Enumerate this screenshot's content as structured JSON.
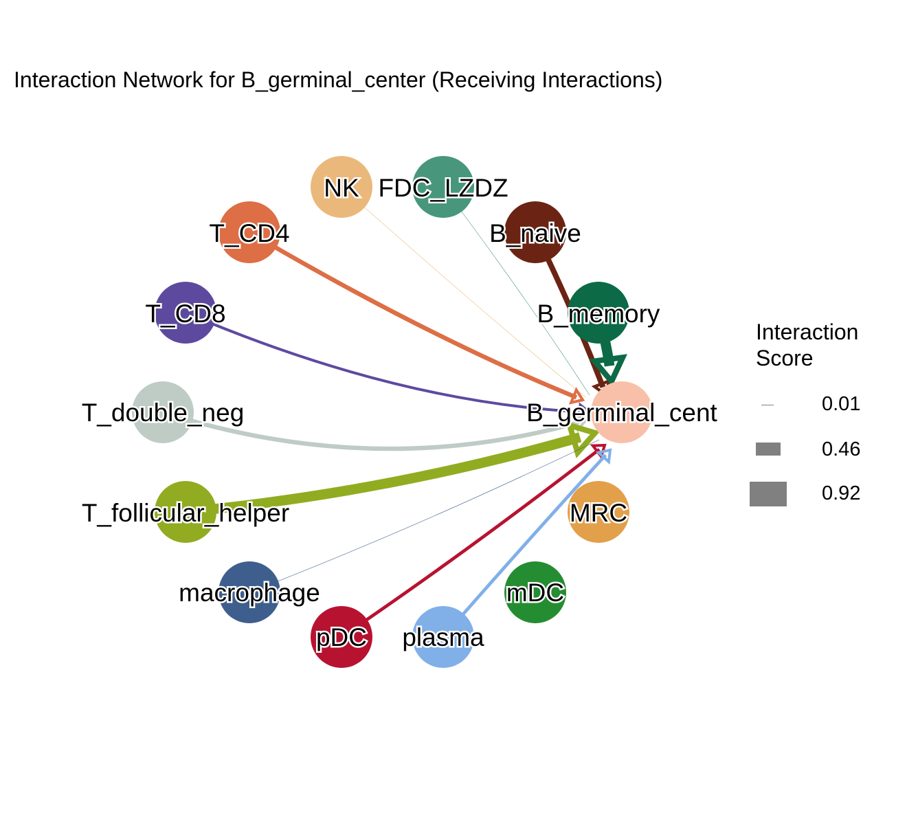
{
  "title": "Interaction Network for B_germinal_center (Receiving Interactions)",
  "legend": {
    "title": "Interaction Score",
    "items": [
      {
        "label": "0.01",
        "value": 0.01
      },
      {
        "label": "0.46",
        "value": 0.46
      },
      {
        "label": "0.92",
        "value": 0.92
      }
    ],
    "key_color": "#808080"
  },
  "target": {
    "name": "B_germinal_center",
    "label": "B_germinal_cent",
    "color": "#F8C0A8"
  },
  "nodes": [
    {
      "name": "NK",
      "label": "NK",
      "color": "#EBB87C"
    },
    {
      "name": "FDC_LZDZ",
      "label": "FDC_LZDZ",
      "color": "#48977C"
    },
    {
      "name": "B_naive",
      "label": "B_naive",
      "color": "#6B2413"
    },
    {
      "name": "B_memory",
      "label": "B_memory",
      "color": "#0C6A46"
    },
    {
      "name": "T_CD4",
      "label": "T_CD4",
      "color": "#DD6E45"
    },
    {
      "name": "T_CD8",
      "label": "T_CD8",
      "color": "#5D4A9F"
    },
    {
      "name": "T_double_neg",
      "label": "T_double_neg",
      "color": "#BFCCC5"
    },
    {
      "name": "T_follicular_helper",
      "label": "T_follicular_helper",
      "color": "#91AC20"
    },
    {
      "name": "macrophage",
      "label": "macrophage",
      "color": "#3E5F8E"
    },
    {
      "name": "pDC",
      "label": "pDC",
      "color": "#B71331"
    },
    {
      "name": "plasma",
      "label": "plasma",
      "color": "#81B0E8"
    },
    {
      "name": "mDC",
      "label": "mDC",
      "color": "#258D31"
    },
    {
      "name": "MRC",
      "label": "MRC",
      "color": "#E2A04B"
    }
  ],
  "edges": [
    {
      "from": "NK",
      "to": "B_germinal_center",
      "score": 0.02
    },
    {
      "from": "FDC_LZDZ",
      "to": "B_germinal_center",
      "score": 0.01
    },
    {
      "from": "B_naive",
      "to": "B_germinal_center",
      "score": 0.5
    },
    {
      "from": "B_memory",
      "to": "B_germinal_center",
      "score": 0.92
    },
    {
      "from": "T_CD4",
      "to": "B_germinal_center",
      "score": 0.4
    },
    {
      "from": "T_CD8",
      "to": "B_germinal_center",
      "score": 0.25
    },
    {
      "from": "T_double_neg",
      "to": "B_germinal_center",
      "score": 0.4
    },
    {
      "from": "T_follicular_helper",
      "to": "B_germinal_center",
      "score": 0.92
    },
    {
      "from": "macrophage",
      "to": "B_germinal_center",
      "score": 0.01
    },
    {
      "from": "pDC",
      "to": "B_germinal_center",
      "score": 0.3
    },
    {
      "from": "plasma",
      "to": "B_germinal_center",
      "score": 0.3
    }
  ]
}
